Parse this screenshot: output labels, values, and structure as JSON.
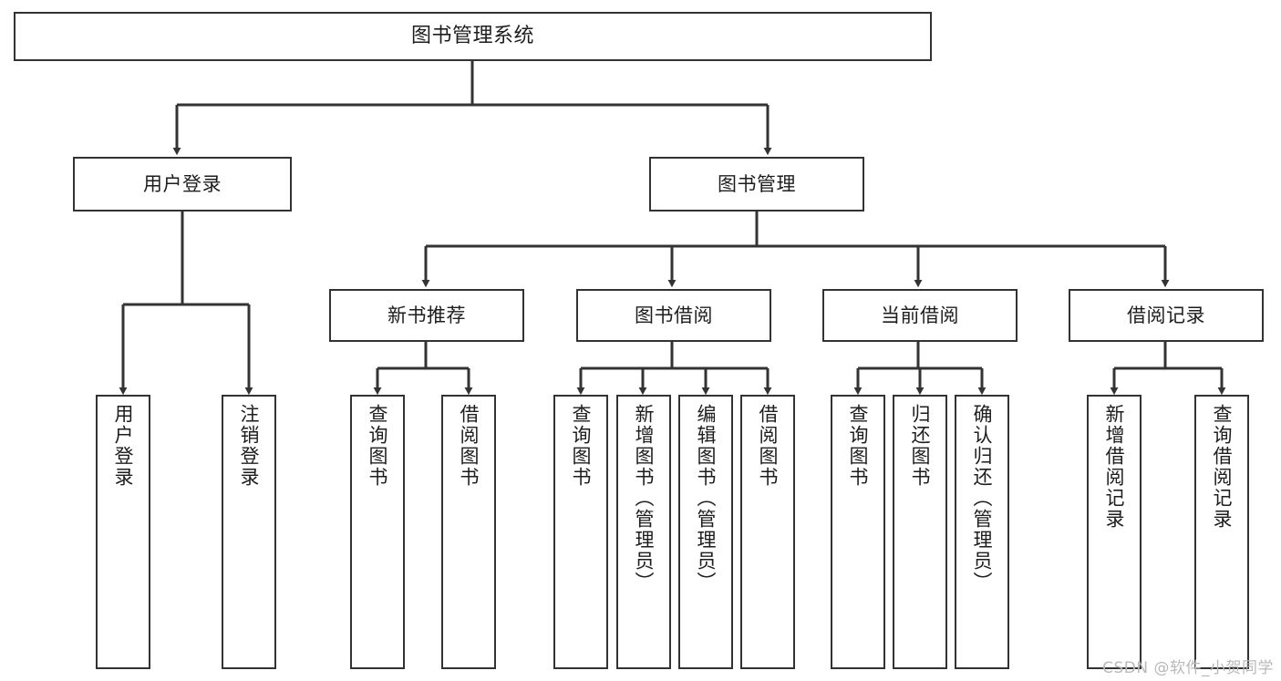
{
  "diagram": {
    "type": "tree",
    "title": "图书管理系统",
    "watermark": "CSDN @软件_小贺同学",
    "colors": {
      "node_border": "#333333",
      "node_fill": "#ffffff",
      "connector": "#333333",
      "text": "#1d1d1d",
      "watermark": "#b9b9b9"
    },
    "root": {
      "label": "图书管理系统"
    },
    "level2": [
      {
        "label": "用户登录"
      },
      {
        "label": "图书管理"
      }
    ],
    "level3": [
      {
        "label": "新书推荐"
      },
      {
        "label": "图书借阅"
      },
      {
        "label": "当前借阅"
      },
      {
        "label": "借阅记录"
      }
    ],
    "leaves": {
      "user_login": [
        {
          "label": "用户登录"
        },
        {
          "label": "注销登录"
        }
      ],
      "new_book_recommend": [
        {
          "label": "查询图书"
        },
        {
          "label": "借阅图书"
        }
      ],
      "book_borrow": [
        {
          "label": "查询图书"
        },
        {
          "label": "新增图书（管理员）"
        },
        {
          "label": "编辑图书（管理员）"
        },
        {
          "label": "借阅图书"
        }
      ],
      "current_borrow": [
        {
          "label": "查询图书"
        },
        {
          "label": "归还图书"
        },
        {
          "label": "确认归还（管理员）"
        }
      ],
      "borrow_record": [
        {
          "label": "新增借阅记录"
        },
        {
          "label": "查询借阅记录"
        }
      ]
    }
  }
}
